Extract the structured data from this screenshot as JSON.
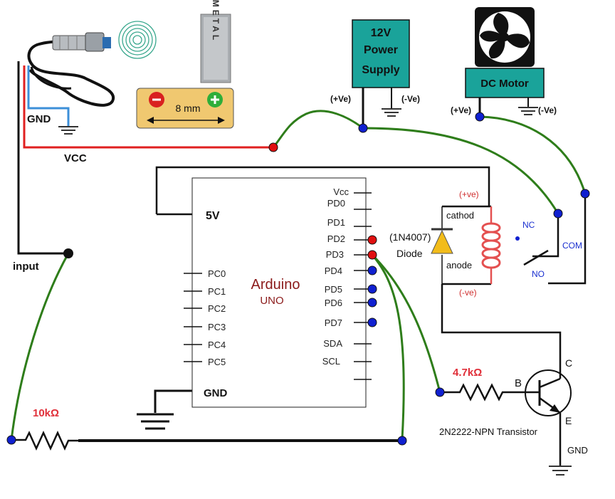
{
  "sensor": {
    "gnd_label": "GND",
    "vcc_label": "VCC",
    "input_label": "input",
    "metal_label": "METAL",
    "distance_label": "8  mm"
  },
  "arduino": {
    "title": "Arduino",
    "subtitle": "UNO",
    "pin_5v": "5V",
    "pin_gnd": "GND",
    "left_pins": [
      "PC0",
      "PC1",
      "PC2",
      "PC3",
      "PC4",
      "PC5"
    ],
    "right_pins": [
      "Vcc",
      "PD0",
      "PD1",
      "PD2",
      "PD3",
      "PD4",
      "PD5",
      "PD6",
      "PD7",
      "SDA",
      "SCL"
    ]
  },
  "power_supply": {
    "line1": "12V",
    "line2": "Power",
    "line3": "Supply",
    "pos_label": "(+Ve)",
    "neg_label": "(-Ve)"
  },
  "motor": {
    "label": "DC Motor",
    "pos_label": "(+Ve)",
    "neg_label": "(-Ve)"
  },
  "relay": {
    "pos_label": "(+ve)",
    "neg_label": "(-ve)",
    "cathode_label": "cathod",
    "anode_label": "anode",
    "nc_label": "NC",
    "no_label": "NO",
    "com_label": "COM"
  },
  "diode": {
    "part_label": "(1N4007)",
    "name_label": "Diode"
  },
  "transistor": {
    "base_label": "B",
    "collector_label": "C",
    "emitter_label": "E",
    "name_label": "2N2222-NPN Transistor",
    "gnd_label": "GND"
  },
  "resistors": {
    "base_resistor": "4.7kΩ",
    "pulldown_resistor": "10kΩ"
  },
  "colors": {
    "wire_green": "#2e7d1a",
    "wire_red": "#e02020",
    "wire_blue": "#3c8fd8",
    "node_blue": "#1020d0",
    "node_red": "#e01010",
    "module_teal": "#1aa39a",
    "label_red": "#e0303a",
    "label_blue": "#1a2fd0",
    "arduino_text": "#8b1a1a",
    "coil_red": "#e45050",
    "diode_yellow": "#f2bc1a",
    "sensor_card": "#f0c870"
  }
}
